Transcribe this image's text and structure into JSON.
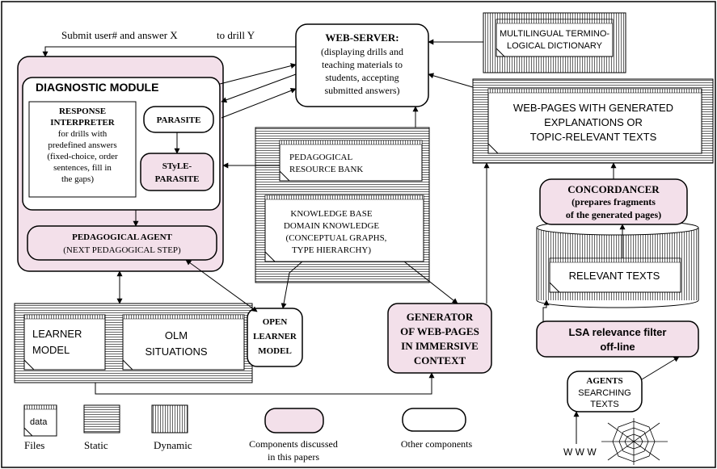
{
  "colors": {
    "discussed_fill": "#f3e0ea",
    "line": "#000000",
    "background": "#ffffff"
  },
  "labels": {
    "submit_left": "Submit user# and answer X",
    "submit_right": "to drill Y",
    "webserver_title": "WEB-SERVER:",
    "webserver_l1": "(displaying drills and",
    "webserver_l2": "teaching materials to",
    "webserver_l3": "students, accepting",
    "webserver_l4": "submitted answers)",
    "dict_l1": "MULTILINGUAL TERMINO-",
    "dict_l2": "LOGICAL DICTIONARY",
    "diag_title": "DIAGNOSTIC MODULE",
    "resp_l1": "RESPONSE",
    "resp_l2": "INTERPRETER",
    "resp_l3": "for  drills with",
    "resp_l4": "predefined answers",
    "resp_l5": "(fixed-choice, order",
    "resp_l6": "sentences,  fill in",
    "resp_l7": "the gaps)",
    "parasite": "PARASITE",
    "style_l1": "STyLE-",
    "style_l2": "PARASITE",
    "ped_l1": "PEDAGOGICAL",
    "ped_l2": "RESOURCE     BANK",
    "kb_l1": "KNOWLEDGE BASE",
    "kb_l2": "DOMAIN KNOWLEDGE",
    "kb_l3": "(CONCEPTUAL GRAPHS,",
    "kb_l4": "TYPE HIERARCHY)",
    "agent_l1": "PEDAGOGICAL AGENT",
    "agent_l2": "(NEXT PEDAGOGICAL STEP)",
    "web_l1": "WEB-PAGES WITH GENERATED",
    "web_l2": "EXPLANATIONS OR",
    "web_l3": "TOPIC-RELEVANT TEXTS",
    "conc_l1": "CONCORDANCER",
    "conc_l2": "(prepares fragments",
    "conc_l3": "of the generated pages)",
    "relevant": "RELEVANT TEXTS",
    "learner_l1": "LEARNER",
    "learner_l2": "MODEL",
    "olm_l1": "OLM",
    "olm_l2": "SITUATIONS",
    "open_l1": "OPEN",
    "open_l2": "LEARNER",
    "open_l3": "MODEL",
    "gen_l1": "GENERATOR",
    "gen_l2": "OF WEB-PAGES",
    "gen_l3": "IN IMMERSIVE",
    "gen_l4": "CONTEXT",
    "lsa_l1": "LSA relevance filter",
    "lsa_l2": "off-line",
    "agents_l1": "AGENTS",
    "agents_l2": "SEARCHING",
    "agents_l3": "TEXTS",
    "www": "W W W",
    "legend_data": "data",
    "legend_files": "Files",
    "legend_static": "Static",
    "legend_dynamic": "Dynamic",
    "legend_discussed_l1": "Components discussed",
    "legend_discussed_l2": "in this papers",
    "legend_other": "Other components"
  }
}
